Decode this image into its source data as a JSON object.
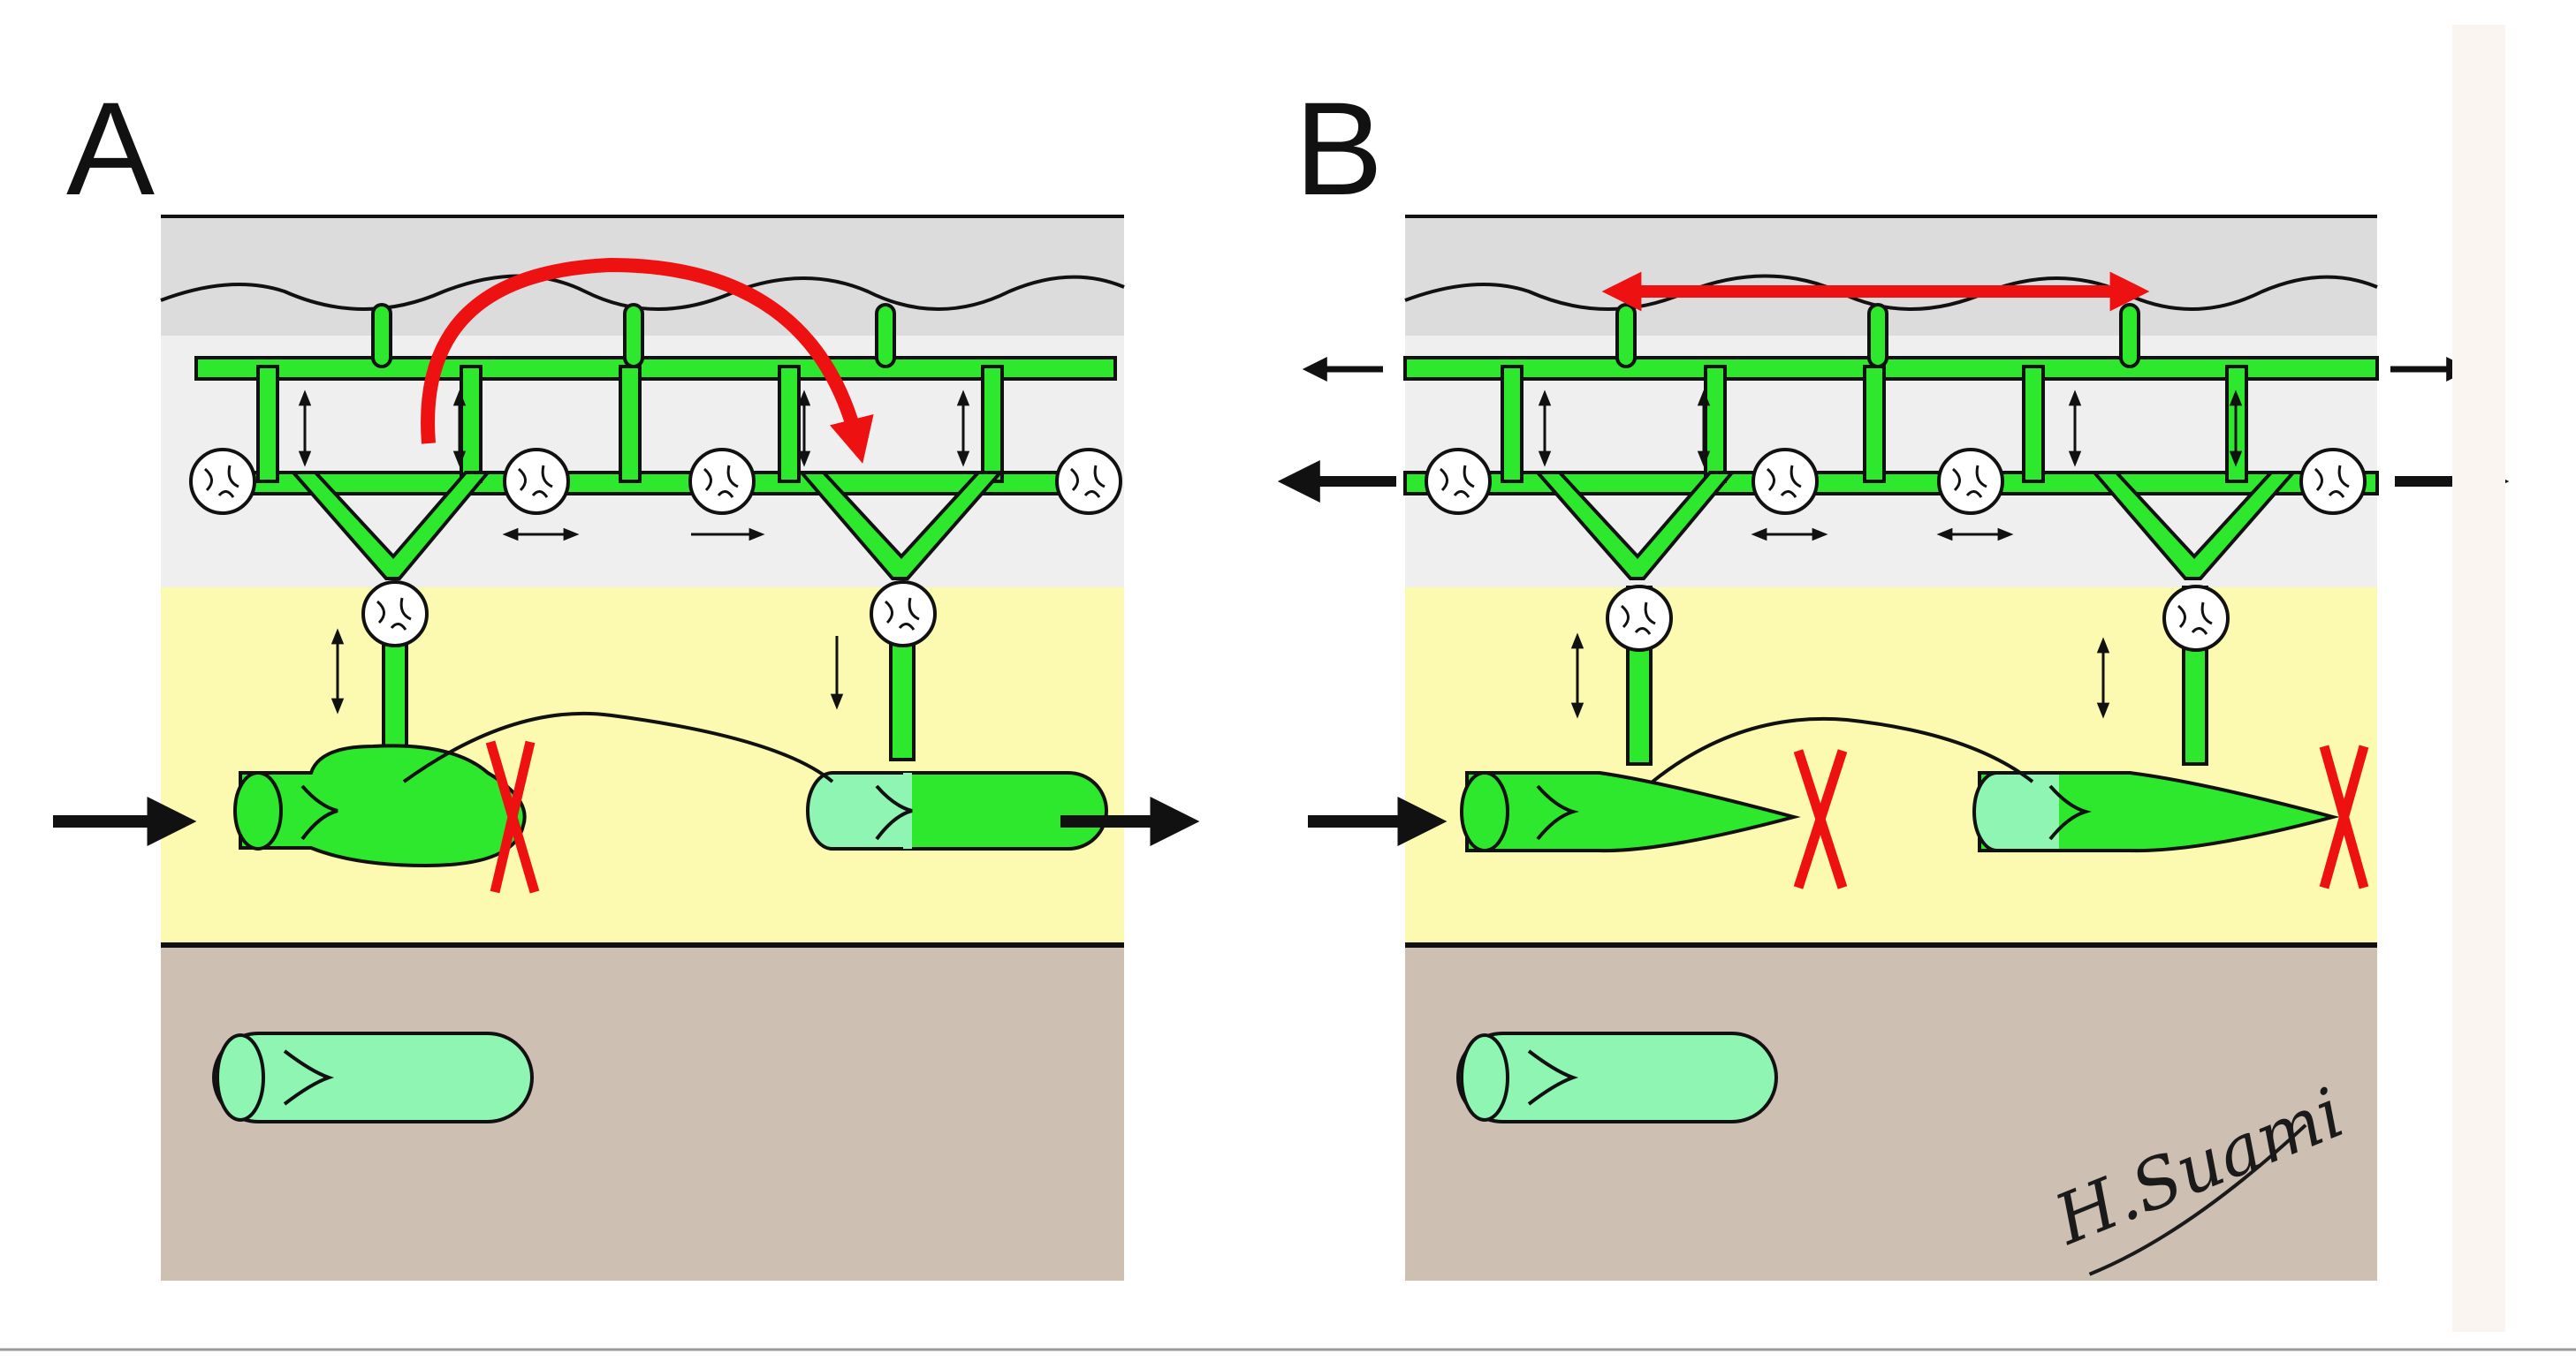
{
  "panels": [
    {
      "label": "A"
    },
    {
      "label": "B"
    }
  ],
  "signature": "H.Suami",
  "colors": {
    "lymphatic_green": "#2ee82e",
    "light_green": "#8ff5b3",
    "epidermis_grey": "#e6e6e6",
    "fat_yellow": "#fcf9b0",
    "muscle_brown": "#cdbfb2",
    "red_marker": "#ee1111",
    "arrow_black": "#111111"
  },
  "icons": [
    "backflow-curved-arrow-icon",
    "spreading-double-arrow-icon",
    "blocked-x-icon",
    "flow-arrow-icon",
    "valve-icon"
  ]
}
